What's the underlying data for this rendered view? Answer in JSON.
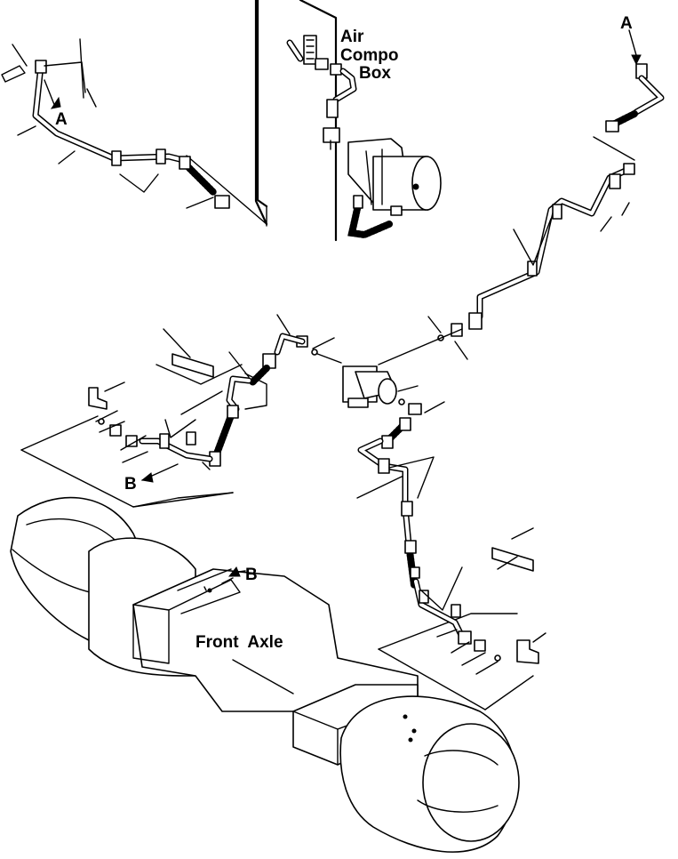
{
  "labels": {
    "air_compo_box_line1": "Air",
    "air_compo_box_line2": "Compo",
    "air_compo_box_line3": "Box",
    "front_axle": "Front  Axle",
    "ref_a_top_right": "A",
    "ref_a_top_left": "A",
    "ref_b_left": "B",
    "ref_b_axle": "B"
  }
}
